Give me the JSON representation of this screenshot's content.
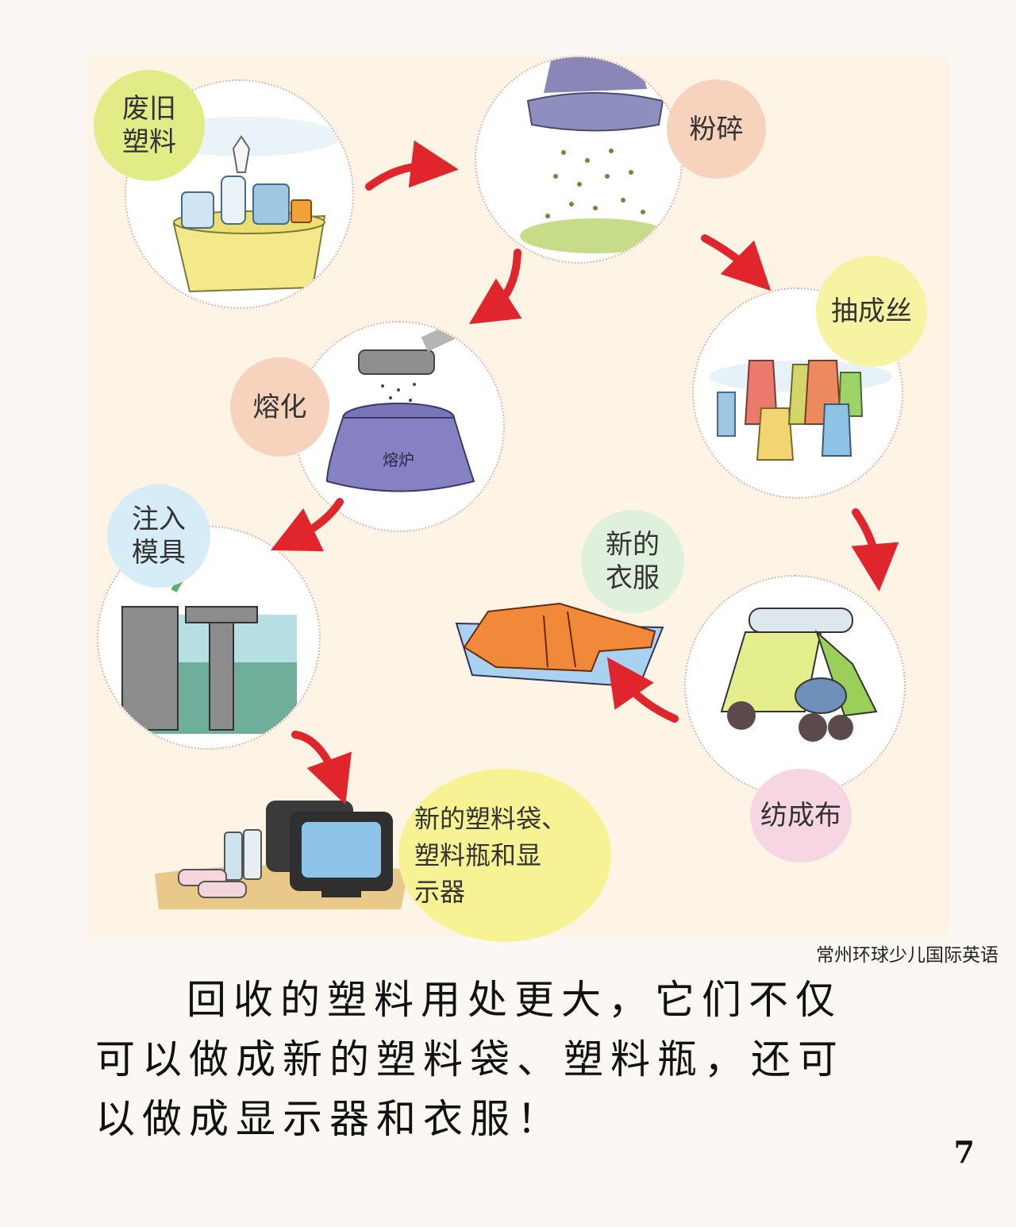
{
  "steps": {
    "waste_plastic": "废旧\n塑料",
    "crush": "粉碎",
    "draw_thread": "抽成丝",
    "melt": "熔化",
    "mold": "注入\n模具",
    "new_clothes": "新的\n衣服",
    "weave": "纺成布",
    "new_products": "新的塑料袋、\n塑料瓶和显\n示器"
  },
  "furnace_label": "熔炉",
  "watermark": "常州环球少儿国际英语",
  "paragraph": {
    "line1": "回收的塑料用处更大，它们不仅",
    "line2": "可以做成新的塑料袋、塑料瓶，还可",
    "line3": "以做成显示器和衣服！"
  },
  "page_number": "7",
  "colors": {
    "arrow": "#e0262c",
    "arrow_shadow": "#7a2a7a",
    "circle_border": "#e3b3a2"
  }
}
